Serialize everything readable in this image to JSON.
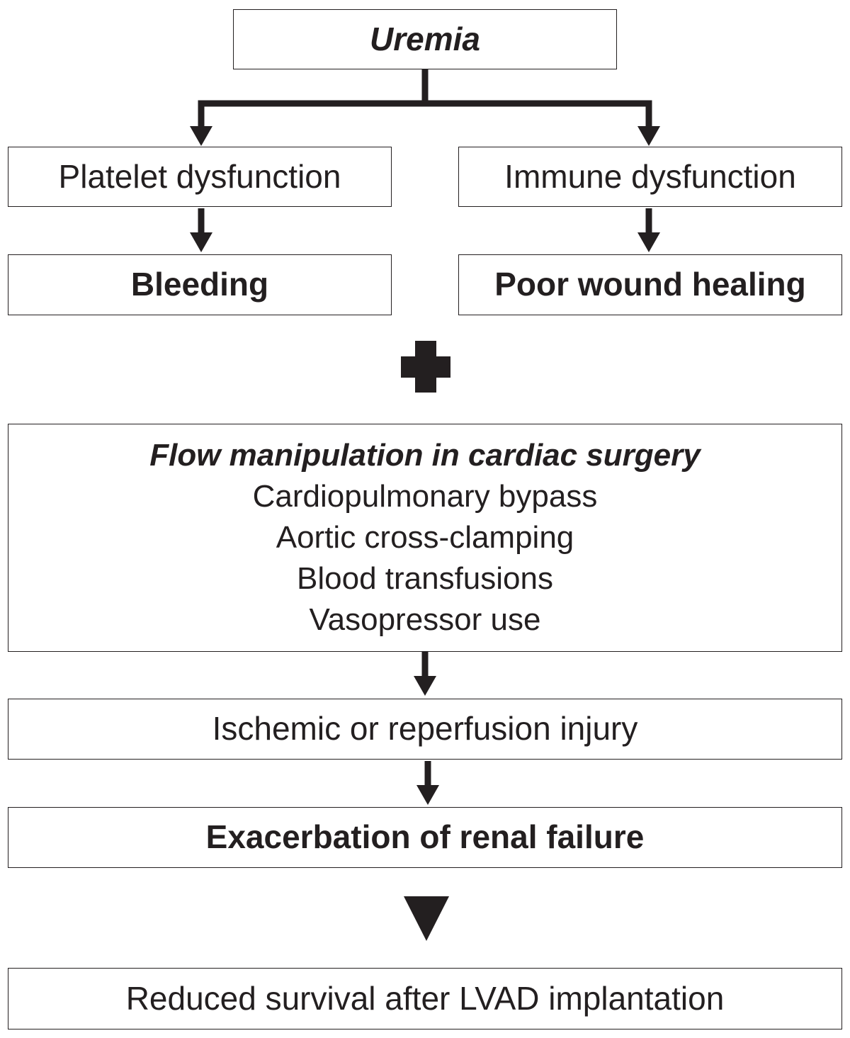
{
  "diagram": {
    "root": {
      "label": "Uremia"
    },
    "left_branch": {
      "mechanism": "Platelet dysfunction",
      "outcome": "Bleeding"
    },
    "right_branch": {
      "mechanism": "Immune dysfunction",
      "outcome": "Poor wound healing"
    },
    "combine_symbol": "plus",
    "surgery_box": {
      "title": "Flow manipulation in cardiac surgery",
      "items": [
        "Cardiopulmonary bypass",
        "Aortic cross-clamping",
        "Blood transfusions",
        "Vasopressor use"
      ]
    },
    "injury": "Ischemic or reperfusion injury",
    "renal": "Exacerbation of renal failure",
    "final_outcome": "Reduced survival after LVAD implantation"
  }
}
